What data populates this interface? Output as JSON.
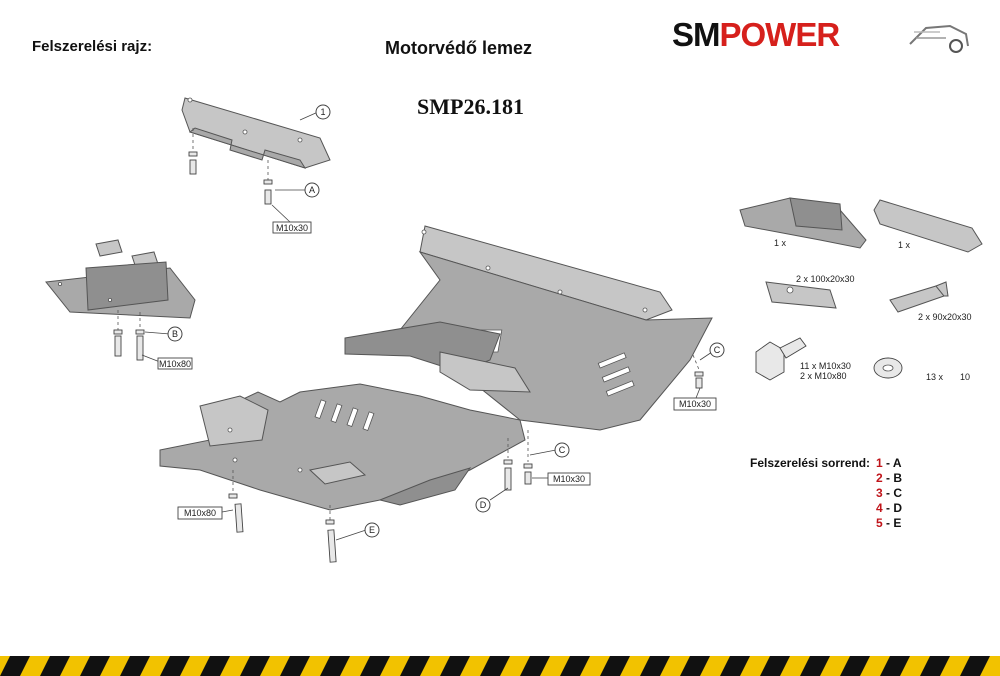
{
  "header": {
    "left_label": "Felszerelési rajz:",
    "title": "Motorvédő lemez",
    "code": "SMP26.181"
  },
  "logo": {
    "part1": "SM",
    "part2": "POWER",
    "accent_color": "#d6201c"
  },
  "callouts": {
    "c1": "1",
    "cA": "A",
    "cB": "B",
    "cC1": "C",
    "cC2": "C",
    "cD": "D",
    "cE": "E"
  },
  "bolts": {
    "top": "M10x30",
    "left": "M10x80",
    "right_c": "M10x30",
    "bottom_c": "M10x30",
    "bottom_left": "M10x80"
  },
  "parts": {
    "p1_qty": "1 x",
    "p2_qty": "1 x",
    "plate1": "2 x 100x20x30",
    "plate2": "2 x 90x20x30",
    "bolt_line1": "11 x M10x30",
    "bolt_line2": "2 x M10x80",
    "washer_qty": "13 x",
    "washer_size": "10"
  },
  "order": {
    "heading": "Felszerelési sorrend:",
    "steps": [
      {
        "num": "1",
        "letter": "A"
      },
      {
        "num": "2",
        "letter": "B"
      },
      {
        "num": "3",
        "letter": "C"
      },
      {
        "num": "4",
        "letter": "D"
      },
      {
        "num": "5",
        "letter": "E"
      }
    ]
  },
  "colors": {
    "plate_fill": "#a9a9a9",
    "hazard_yellow": "#f2c200",
    "hazard_black": "#111111"
  }
}
